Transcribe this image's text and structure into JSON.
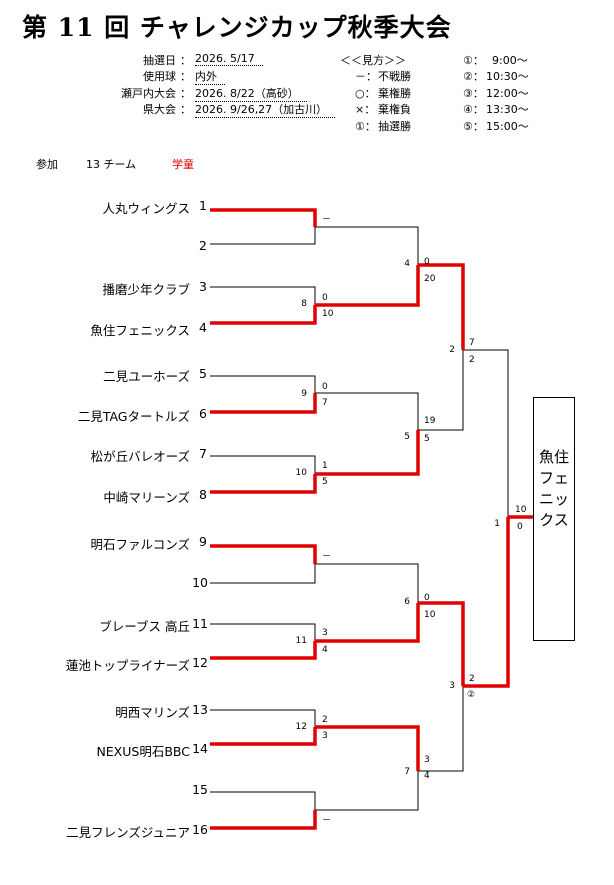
{
  "title": "第 11 回 チャレンジカップ秋季大会",
  "info": [
    {
      "label": "抽選日",
      "colon": "：",
      "value": "2026. 5/17"
    },
    {
      "label": "使用球",
      "colon": "：",
      "value": "内外"
    },
    {
      "label": "瀬戸内大会",
      "colon": "：",
      "value": "2026. 8/22（高砂）"
    },
    {
      "label": "県大会",
      "colon": "：",
      "value": "2026. 9/26,27（加古川）"
    }
  ],
  "legend": {
    "heading": "＜＜見方＞＞",
    "items": [
      {
        "mark": "－：",
        "text": "不戦勝"
      },
      {
        "mark": "○：",
        "text": "棄権勝"
      },
      {
        "mark": "×：",
        "text": "棄権負"
      },
      {
        "mark": "①：",
        "text": "抽選勝"
      }
    ]
  },
  "times": [
    {
      "mark": "①：",
      "time": "9:00～"
    },
    {
      "mark": "②：",
      "time": "10:30～"
    },
    {
      "mark": "③：",
      "time": "12:00～"
    },
    {
      "mark": "④：",
      "time": "13:30～"
    },
    {
      "mark": "⑤：",
      "time": "15:00～"
    }
  ],
  "participation": {
    "label": "参加",
    "count": "13 チーム",
    "category": "学童",
    "category_color": "#e00000"
  },
  "teams": [
    {
      "name": "人丸ウィングス",
      "seed": "1"
    },
    {
      "name": "",
      "seed": "2"
    },
    {
      "name": "播磨少年クラブ",
      "seed": "3"
    },
    {
      "name": "魚住フェニックス",
      "seed": "4"
    },
    {
      "name": "二見ユーホーズ",
      "seed": "5"
    },
    {
      "name": "二見TAGタートルズ",
      "seed": "6"
    },
    {
      "name": "松が丘バレオーズ",
      "seed": "7"
    },
    {
      "name": "中崎マリーンズ",
      "seed": "8"
    },
    {
      "name": "明石ファルコンズ",
      "seed": "9"
    },
    {
      "name": "",
      "seed": "10"
    },
    {
      "name": "ブレーブス 高丘",
      "seed": "11"
    },
    {
      "name": "蓮池トップライナーズ",
      "seed": "12"
    },
    {
      "name": "明西マリンズ",
      "seed": "13"
    },
    {
      "name": "NEXUS明石BBC",
      "seed": "14"
    },
    {
      "name": "",
      "seed": "15"
    },
    {
      "name": "二見フレンズジュニア",
      "seed": "16"
    }
  ],
  "games": [
    {
      "no": "",
      "top": "－",
      "bottom": ""
    },
    {
      "no": "8",
      "top": "0",
      "bottom": "10"
    },
    {
      "no": "9",
      "top": "0",
      "bottom": "7"
    },
    {
      "no": "10",
      "top": "1",
      "bottom": "5"
    },
    {
      "no": "",
      "top": "－",
      "bottom": ""
    },
    {
      "no": "11",
      "top": "3",
      "bottom": "4"
    },
    {
      "no": "12",
      "top": "2",
      "bottom": "3"
    },
    {
      "no": "",
      "top": "",
      "bottom": "－"
    },
    {
      "no": "4",
      "top": "0",
      "bottom": "20"
    },
    {
      "no": "5",
      "top": "19",
      "bottom": "5"
    },
    {
      "no": "6",
      "top": "0",
      "bottom": "10"
    },
    {
      "no": "7",
      "top": "3",
      "bottom": "4"
    },
    {
      "no": "2",
      "top": "7",
      "bottom": "2"
    },
    {
      "no": "3",
      "top": "2",
      "bottom": "②"
    },
    {
      "no": "1",
      "top": "10",
      "bottom": "0"
    }
  ],
  "champion": "魚住フェニックス",
  "colors": {
    "win_line": "#e00000",
    "line": "#000000"
  }
}
